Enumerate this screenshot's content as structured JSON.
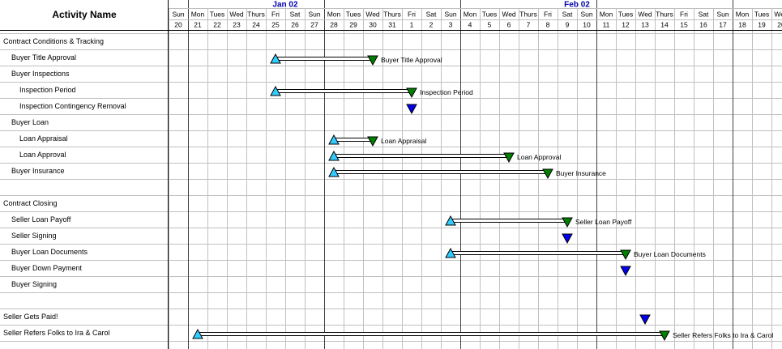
{
  "header": {
    "activity_column_title": "Activity Name",
    "month_labels": [
      {
        "text": "Jan 02",
        "day_index": 6
      },
      {
        "text": "Feb 02",
        "day_index": 21
      }
    ],
    "days": [
      {
        "dow": "Sun",
        "date": "20"
      },
      {
        "dow": "Mon",
        "date": "21"
      },
      {
        "dow": "Tues",
        "date": "22"
      },
      {
        "dow": "Wed",
        "date": "23"
      },
      {
        "dow": "Thurs",
        "date": "24"
      },
      {
        "dow": "Fri",
        "date": "25"
      },
      {
        "dow": "Sat",
        "date": "26"
      },
      {
        "dow": "Sun",
        "date": "27"
      },
      {
        "dow": "Mon",
        "date": "28"
      },
      {
        "dow": "Tues",
        "date": "29"
      },
      {
        "dow": "Wed",
        "date": "30"
      },
      {
        "dow": "Thurs",
        "date": "31"
      },
      {
        "dow": "Fri",
        "date": "1"
      },
      {
        "dow": "Sat",
        "date": "2"
      },
      {
        "dow": "Sun",
        "date": "3"
      },
      {
        "dow": "Mon",
        "date": "4"
      },
      {
        "dow": "Tues",
        "date": "5"
      },
      {
        "dow": "Wed",
        "date": "6"
      },
      {
        "dow": "Thurs",
        "date": "7"
      },
      {
        "dow": "Fri",
        "date": "8"
      },
      {
        "dow": "Sat",
        "date": "9"
      },
      {
        "dow": "Sun",
        "date": "10"
      },
      {
        "dow": "Mon",
        "date": "11"
      },
      {
        "dow": "Tues",
        "date": "12"
      },
      {
        "dow": "Wed",
        "date": "13"
      },
      {
        "dow": "Thurs",
        "date": "14"
      },
      {
        "dow": "Fri",
        "date": "15"
      },
      {
        "dow": "Sat",
        "date": "16"
      },
      {
        "dow": "Sun",
        "date": "17"
      },
      {
        "dow": "Mon",
        "date": "18"
      },
      {
        "dow": "Tues",
        "date": "19"
      },
      {
        "dow": "Wed",
        "date": "20"
      }
    ]
  },
  "week_boundaries": [
    1,
    8,
    15,
    22,
    29
  ],
  "tasks": [
    {
      "name": "Contract Conditions & Tracking",
      "level": 0
    },
    {
      "name": "Buyer Title Approval",
      "level": 1,
      "start": 5,
      "end": 10,
      "label": "Buyer Title Approval"
    },
    {
      "name": "Buyer Inspections",
      "level": 1
    },
    {
      "name": "Inspection Period",
      "level": 2,
      "start": 5,
      "end": 12,
      "label": "Inspection Period"
    },
    {
      "name": "Inspection Contingency Removal",
      "level": 2,
      "milestone": 12
    },
    {
      "name": "Buyer Loan",
      "level": 1
    },
    {
      "name": "Loan Appraisal",
      "level": 2,
      "start": 8,
      "end": 10,
      "label": "Loan Appraisal"
    },
    {
      "name": "Loan Approval",
      "level": 2,
      "start": 8,
      "end": 17,
      "label": "Loan Approval"
    },
    {
      "name": "Buyer Insurance",
      "level": 1,
      "start": 8,
      "end": 19,
      "label": "Buyer Insurance"
    },
    {
      "name": "",
      "level": 0
    },
    {
      "name": "Contract Closing",
      "level": 0
    },
    {
      "name": "Seller Loan Payoff",
      "level": 1,
      "start": 14,
      "end": 20,
      "label": "Seller Loan Payoff"
    },
    {
      "name": "Seller Signing",
      "level": 1,
      "milestone": 20
    },
    {
      "name": "Buyer Loan Documents",
      "level": 1,
      "start": 14,
      "end": 23,
      "label": "Buyer Loan Documents"
    },
    {
      "name": "Buyer Down Payment",
      "level": 1,
      "milestone": 23
    },
    {
      "name": "Buyer Signing",
      "level": 1
    },
    {
      "name": "",
      "level": 0
    },
    {
      "name": "Seller Gets Paid!",
      "level": 0,
      "milestone": 24
    },
    {
      "name": "Seller Refers Folks to Ira & Carol",
      "level": 0,
      "start": 1,
      "end": 25,
      "label": "Seller Refers Folks to Ira & Carol"
    }
  ],
  "colors": {
    "start_marker": "#33ccff",
    "end_marker": "#007f00",
    "milestone_marker": "#0000ee",
    "month_label": "#0000aa",
    "grid": "#c0c0c0",
    "week_line": "#404040"
  }
}
